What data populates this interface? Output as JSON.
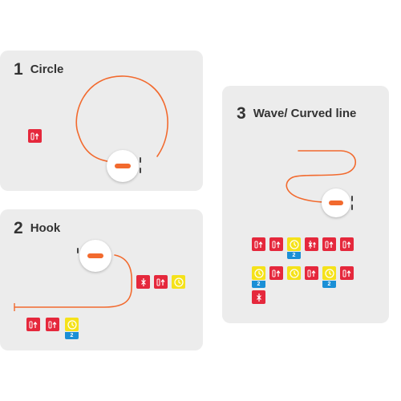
{
  "cards": [
    {
      "number": "1",
      "title": "Circle"
    },
    {
      "number": "2",
      "title": "Hook"
    },
    {
      "number": "3",
      "title": "Wave/ Curved line"
    }
  ],
  "badges": {
    "repeat_2": "2"
  },
  "colors": {
    "card_bg": "#ececec",
    "path_orange": "#f26a2e",
    "tile_red": "#e5283c",
    "tile_yellow": "#f5e21a",
    "badge_blue": "#1a8fd6"
  },
  "icons": {
    "move": "move-forward-turn-icon",
    "wait": "clock-icon",
    "stop": "stop-icon"
  }
}
